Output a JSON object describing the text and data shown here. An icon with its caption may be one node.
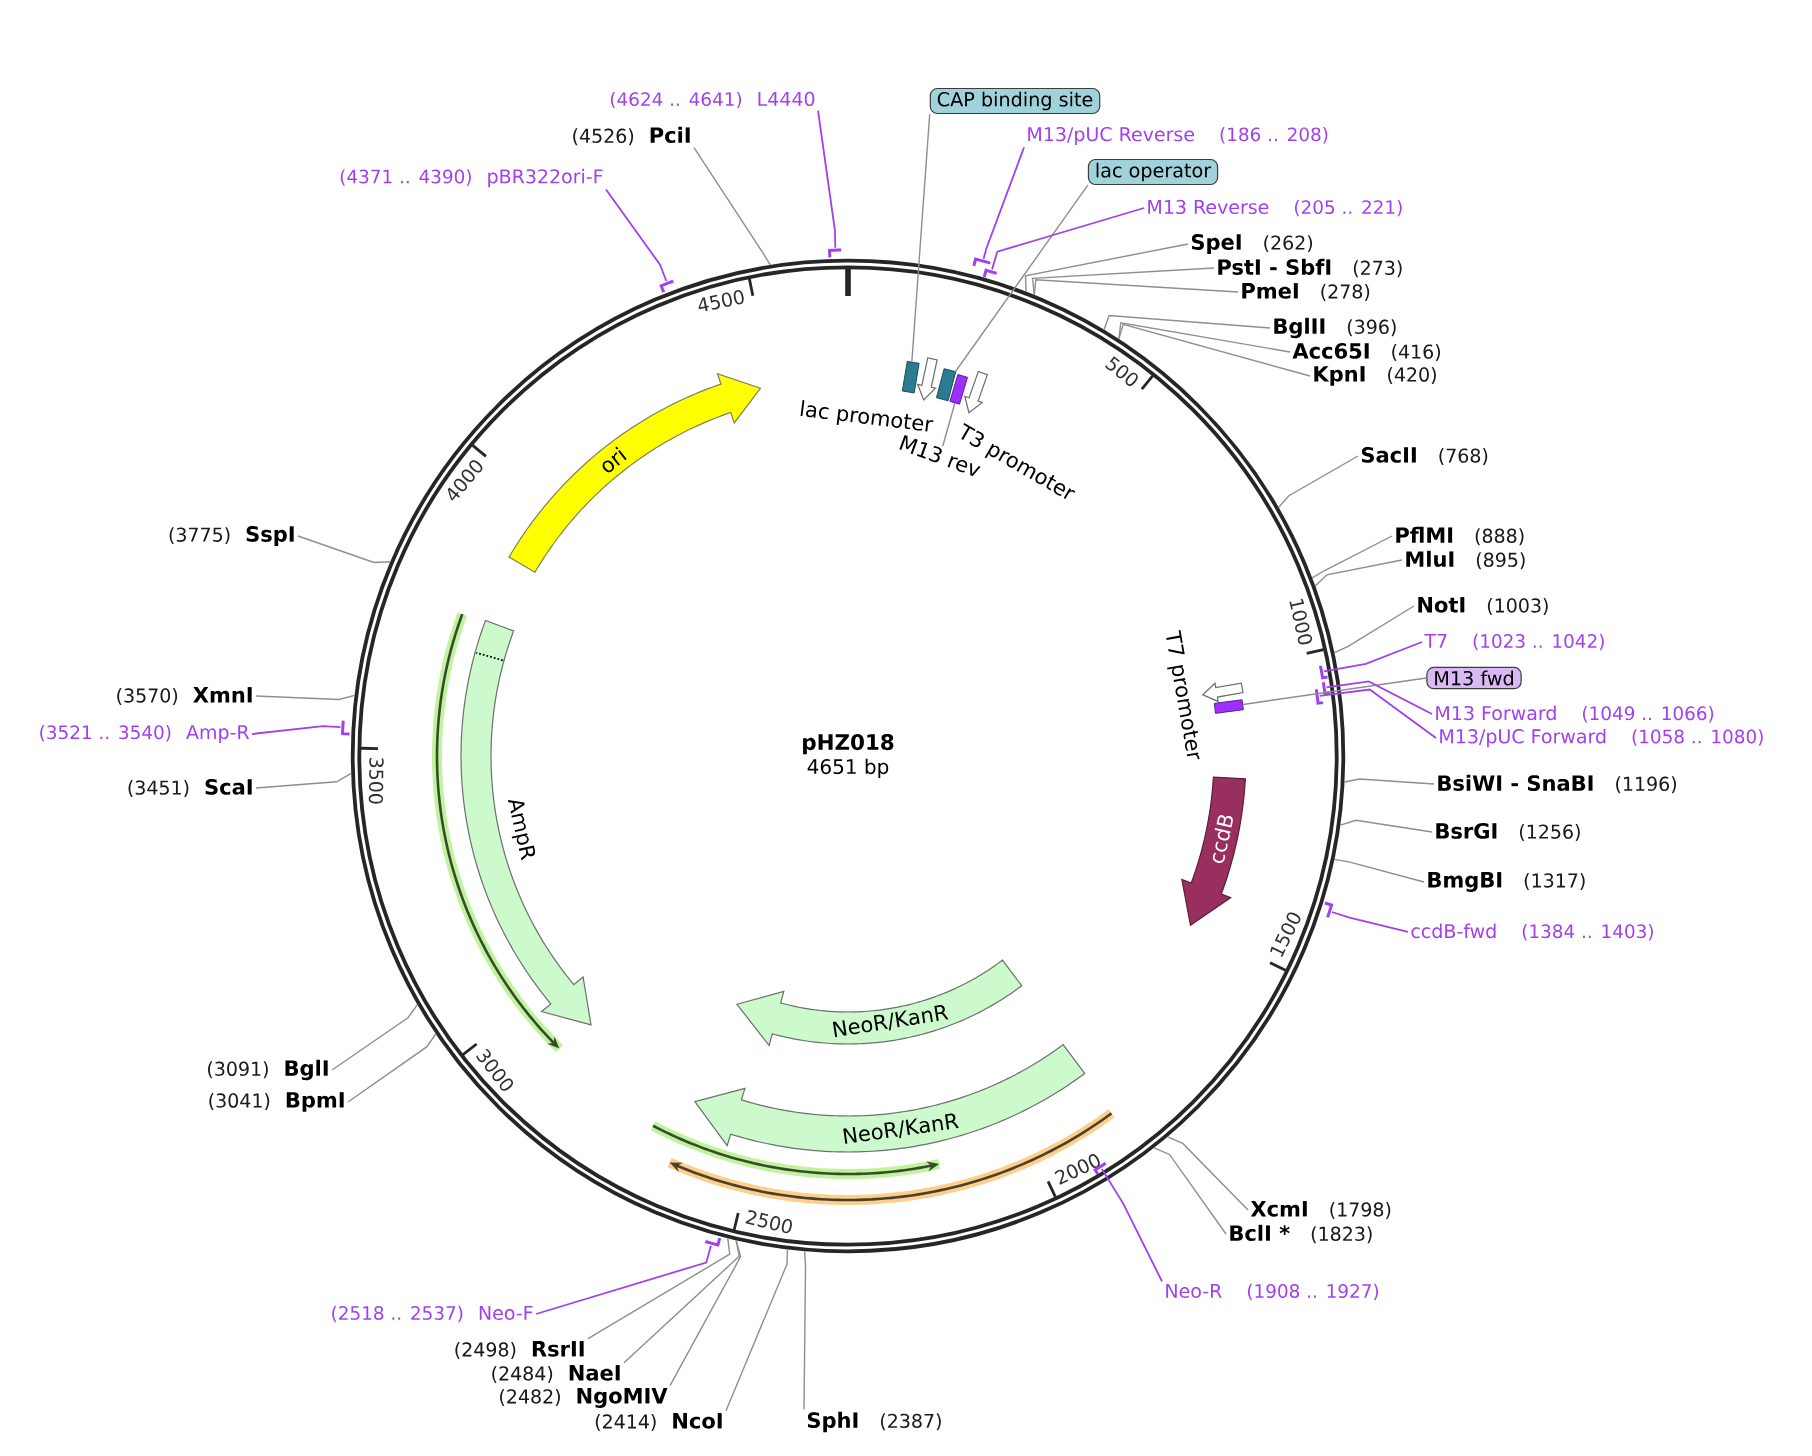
{
  "diagram": {
    "nodes": [
      {
        "text": [
          "pHZ018",
          "4651 bp"
        ]
      },
      {
        "text": [],
        "shape": "box",
        "in": 0
      },
      {
        "text": [],
        "shape": "arrow",
        "in": 0,
        "beside": [
          "lac promoter"
        ]
      },
      {
        "text": [],
        "shape": "box",
        "in": 0
      },
      {
        "text": [],
        "shape": "box",
        "in": 0
      },
      {
        "text": [],
        "shape": "arrow",
        "in": 0,
        "beside": [
          "T3 promoter"
        ]
      },
      {
        "text": [
          "M13 rev"
        ],
        "in": 0
      },
      {
        "text": [
          "ori"
        ],
        "in": 0
      },
      {
        "text": [
          "AmpR"
        ],
        "in": 0
      },
      {
        "text": [],
        "shape": "arrow",
        "in": 0,
        "beside": [
          "T7 promoter"
        ]
      },
      {
        "text": [],
        "shape": "box",
        "in": 0
      },
      {
        "text": [
          "ccdB"
        ],
        "in": 0
      },
      {
        "text": [
          "NeoR/KanR"
        ],
        "in": 0
      },
      {
        "text": [
          "NeoR/KanR"
        ],
        "in": 0
      },
      {
        "text": [
          "(4624 .. 4641)",
          "L4440"
        ]
      },
      {
        "text": [],
        "shape": "bar"
      },
      {
        "text": [
          "CAP binding site"
        ]
      },
      {
        "text": [
          "(4526)",
          "PciI"
        ]
      },
      {
        "text": [
          "M13/pUC Reverse",
          "(186 .. 208)"
        ]
      },
      {
        "text": [],
        "shape": "bar"
      },
      {
        "text": [
          "lac operator"
        ]
      },
      {
        "text": [
          "(4371 .. 4390)",
          "pBR322ori-F"
        ]
      },
      {
        "text": [],
        "shape": "bar"
      },
      {
        "text": [
          "M13 Reverse",
          "(205 .. 221)"
        ]
      },
      {
        "text": [],
        "shape": "bar"
      },
      {
        "text": [
          "SpeI",
          "(262)"
        ]
      },
      {
        "text": [
          "PstI - SbfI",
          "(273)"
        ]
      },
      {
        "text": [
          "PmeI",
          "(278)"
        ]
      },
      {
        "text": [
          "BglII",
          "(396)"
        ]
      },
      {
        "text": [
          "Acc65I",
          "(416)"
        ]
      },
      {
        "text": [
          "KpnI",
          "(420)"
        ]
      },
      {
        "text": [
          "SacII",
          "(768)"
        ]
      },
      {
        "text": [
          "(3775)",
          "SspI"
        ]
      },
      {
        "text": [
          "PflMI",
          "(888)"
        ]
      },
      {
        "text": [
          "MluI",
          "(895)"
        ]
      },
      {
        "text": [
          "NotI",
          "(1003)"
        ]
      },
      {
        "text": [
          "T7",
          "(1023 .. 1042)"
        ]
      },
      {
        "text": [],
        "shape": "bar",
        "in": 0
      },
      {
        "text": [
          "M13 fwd"
        ]
      },
      {
        "text": [
          "(3570)",
          "XmnI"
        ]
      },
      {
        "text": [
          "M13 Forward",
          "(1049 .. 1066)"
        ]
      },
      {
        "text": [],
        "shape": "bar",
        "in": 0
      },
      {
        "text": [
          "(3521 .. 3540)",
          "Amp-R"
        ]
      },
      {
        "text": [],
        "shape": "bar"
      },
      {
        "text": [
          "M13/pUC Forward",
          "(1058 .. 1080)"
        ]
      },
      {
        "text": [],
        "shape": "bar",
        "in": 0
      },
      {
        "text": [
          "BsiWI - SnaBI",
          "(1196)"
        ]
      },
      {
        "text": [
          "(3451)",
          "ScaI"
        ]
      },
      {
        "text": [
          "BsrGI",
          "(1256)"
        ]
      },
      {
        "text": [
          "BmgBI",
          "(1317)"
        ]
      },
      {
        "text": [
          "ccdB-fwd",
          "(1384 .. 1403)"
        ]
      },
      {
        "text": [],
        "shape": "bar"
      },
      {
        "text": [
          "(3091)",
          "BglI"
        ]
      },
      {
        "text": [
          "(3041)",
          "BpmI"
        ]
      },
      {
        "text": [
          "XcmI",
          "(1798)"
        ]
      },
      {
        "text": [
          "BclI *",
          "(1823)"
        ]
      },
      {
        "text": [
          "Neo-R",
          "(1908 .. 1927)"
        ]
      },
      {
        "text": [],
        "shape": "bar",
        "in": 0
      },
      {
        "text": [
          "(2518 .. 2537)",
          "Neo-F"
        ]
      },
      {
        "text": [],
        "shape": "bar"
      },
      {
        "text": [
          "(2498)",
          "RsrII"
        ]
      },
      {
        "text": [
          "(2484)",
          "NaeI"
        ]
      },
      {
        "text": [
          "(2482)",
          "NgoMIV"
        ]
      },
      {
        "text": [
          "(2414)",
          "NcoI"
        ]
      },
      {
        "text": [
          "SphI",
          "(2387)"
        ]
      }
    ],
    "edges": [
      {
        "from": 16,
        "to": 1,
        "arrow": "none"
      },
      {
        "from": 20,
        "to": 3,
        "arrow": "none"
      },
      {
        "from": 6,
        "to": 4,
        "arrow": "none"
      },
      {
        "from": 38,
        "to": 10,
        "arrow": "none"
      },
      {
        "from": 14,
        "to": 15,
        "arrow": "none",
        "color": "#a040f0"
      },
      {
        "from": 17,
        "to": 0,
        "arrow": "none"
      },
      {
        "from": 18,
        "to": 19,
        "arrow": "none",
        "color": "#a040f0"
      },
      {
        "from": 21,
        "to": 22,
        "arrow": "none",
        "color": "#a040f0"
      },
      {
        "from": 23,
        "to": 24,
        "arrow": "none",
        "color": "#a040f0"
      },
      {
        "from": 25,
        "to": 0,
        "arrow": "none"
      },
      {
        "from": 26,
        "to": 0,
        "arrow": "none"
      },
      {
        "from": 27,
        "to": 0,
        "arrow": "none"
      },
      {
        "from": 28,
        "to": 0,
        "arrow": "none"
      },
      {
        "from": 29,
        "to": 0,
        "arrow": "none"
      },
      {
        "from": 30,
        "to": 0,
        "arrow": "none"
      },
      {
        "from": 31,
        "to": 0,
        "arrow": "none"
      },
      {
        "from": 32,
        "to": 0,
        "arrow": "none"
      },
      {
        "from": 33,
        "to": 0,
        "arrow": "none"
      },
      {
        "from": 34,
        "to": 0,
        "arrow": "none"
      },
      {
        "from": 35,
        "to": 0,
        "arrow": "none"
      },
      {
        "from": 36,
        "to": 37,
        "arrow": "none",
        "color": "#a040f0"
      },
      {
        "from": 39,
        "to": 0,
        "arrow": "none"
      },
      {
        "from": 40,
        "to": 41,
        "arrow": "none",
        "color": "#a040f0"
      },
      {
        "from": 42,
        "to": 43,
        "arrow": "none",
        "color": "#a040f0"
      },
      {
        "from": 44,
        "to": 45,
        "arrow": "none",
        "color": "#a040f0"
      },
      {
        "from": 46,
        "to": 0,
        "arrow": "none"
      },
      {
        "from": 47,
        "to": 0,
        "arrow": "none"
      },
      {
        "from": 48,
        "to": 0,
        "arrow": "none"
      },
      {
        "from": 49,
        "to": 0,
        "arrow": "none"
      },
      {
        "from": 50,
        "to": 51,
        "arrow": "none",
        "color": "#a040f0"
      },
      {
        "from": 52,
        "to": 0,
        "arrow": "none"
      },
      {
        "from": 53,
        "to": 0,
        "arrow": "none"
      },
      {
        "from": 54,
        "to": 0,
        "arrow": "none"
      },
      {
        "from": 55,
        "to": 0,
        "arrow": "none"
      },
      {
        "from": 56,
        "to": 57,
        "arrow": "none",
        "color": "#a040f0"
      },
      {
        "from": 58,
        "to": 59,
        "arrow": "none",
        "color": "#a040f0"
      },
      {
        "from": 60,
        "to": 0,
        "arrow": "none"
      },
      {
        "from": 61,
        "to": 0,
        "arrow": "none"
      },
      {
        "from": 62,
        "to": 0,
        "arrow": "none"
      },
      {
        "from": 63,
        "to": 0,
        "arrow": "none"
      },
      {
        "from": 64,
        "to": 0,
        "arrow": "none"
      }
    ],
    "labels": [
      "500",
      "1000",
      "1500",
      "2000",
      "2500",
      "3000",
      "3500",
      "4000",
      "4500"
    ]
  }
}
